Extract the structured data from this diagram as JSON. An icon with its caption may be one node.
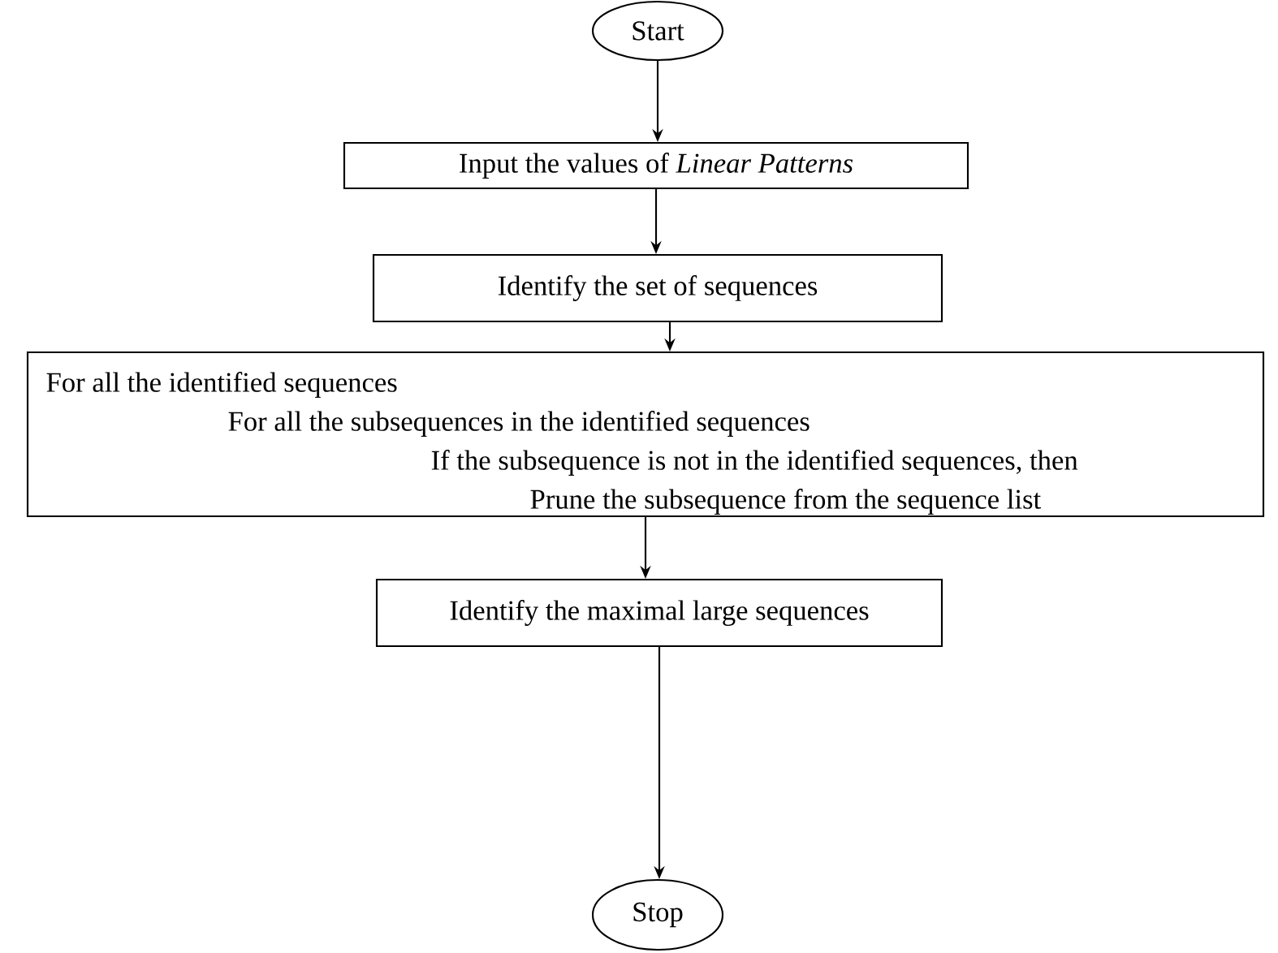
{
  "diagram": {
    "nodes": [
      {
        "text": [
          "Start"
        ]
      },
      {
        "text": [
          "Input the values of *Linear Patterns*"
        ]
      },
      {
        "text": [
          "Identify the set of sequences"
        ]
      },
      {
        "text": [
          "For all the identified sequences",
          "For all the subsequences in the identified sequences",
          "If the subsequence is not in the identified sequences, then",
          "Prune the subsequence from the sequence list"
        ]
      },
      {
        "text": [
          "Identify the maximal large sequences"
        ]
      },
      {
        "text": [
          "Stop"
        ]
      }
    ],
    "edges": [
      {
        "from": 0,
        "to": 1,
        "arrow": "to"
      },
      {
        "from": 1,
        "to": 2,
        "arrow": "to"
      },
      {
        "from": 2,
        "to": 3,
        "arrow": "to"
      },
      {
        "from": 3,
        "to": 4,
        "arrow": "to"
      },
      {
        "from": 4,
        "to": 5,
        "arrow": "to"
      }
    ]
  }
}
